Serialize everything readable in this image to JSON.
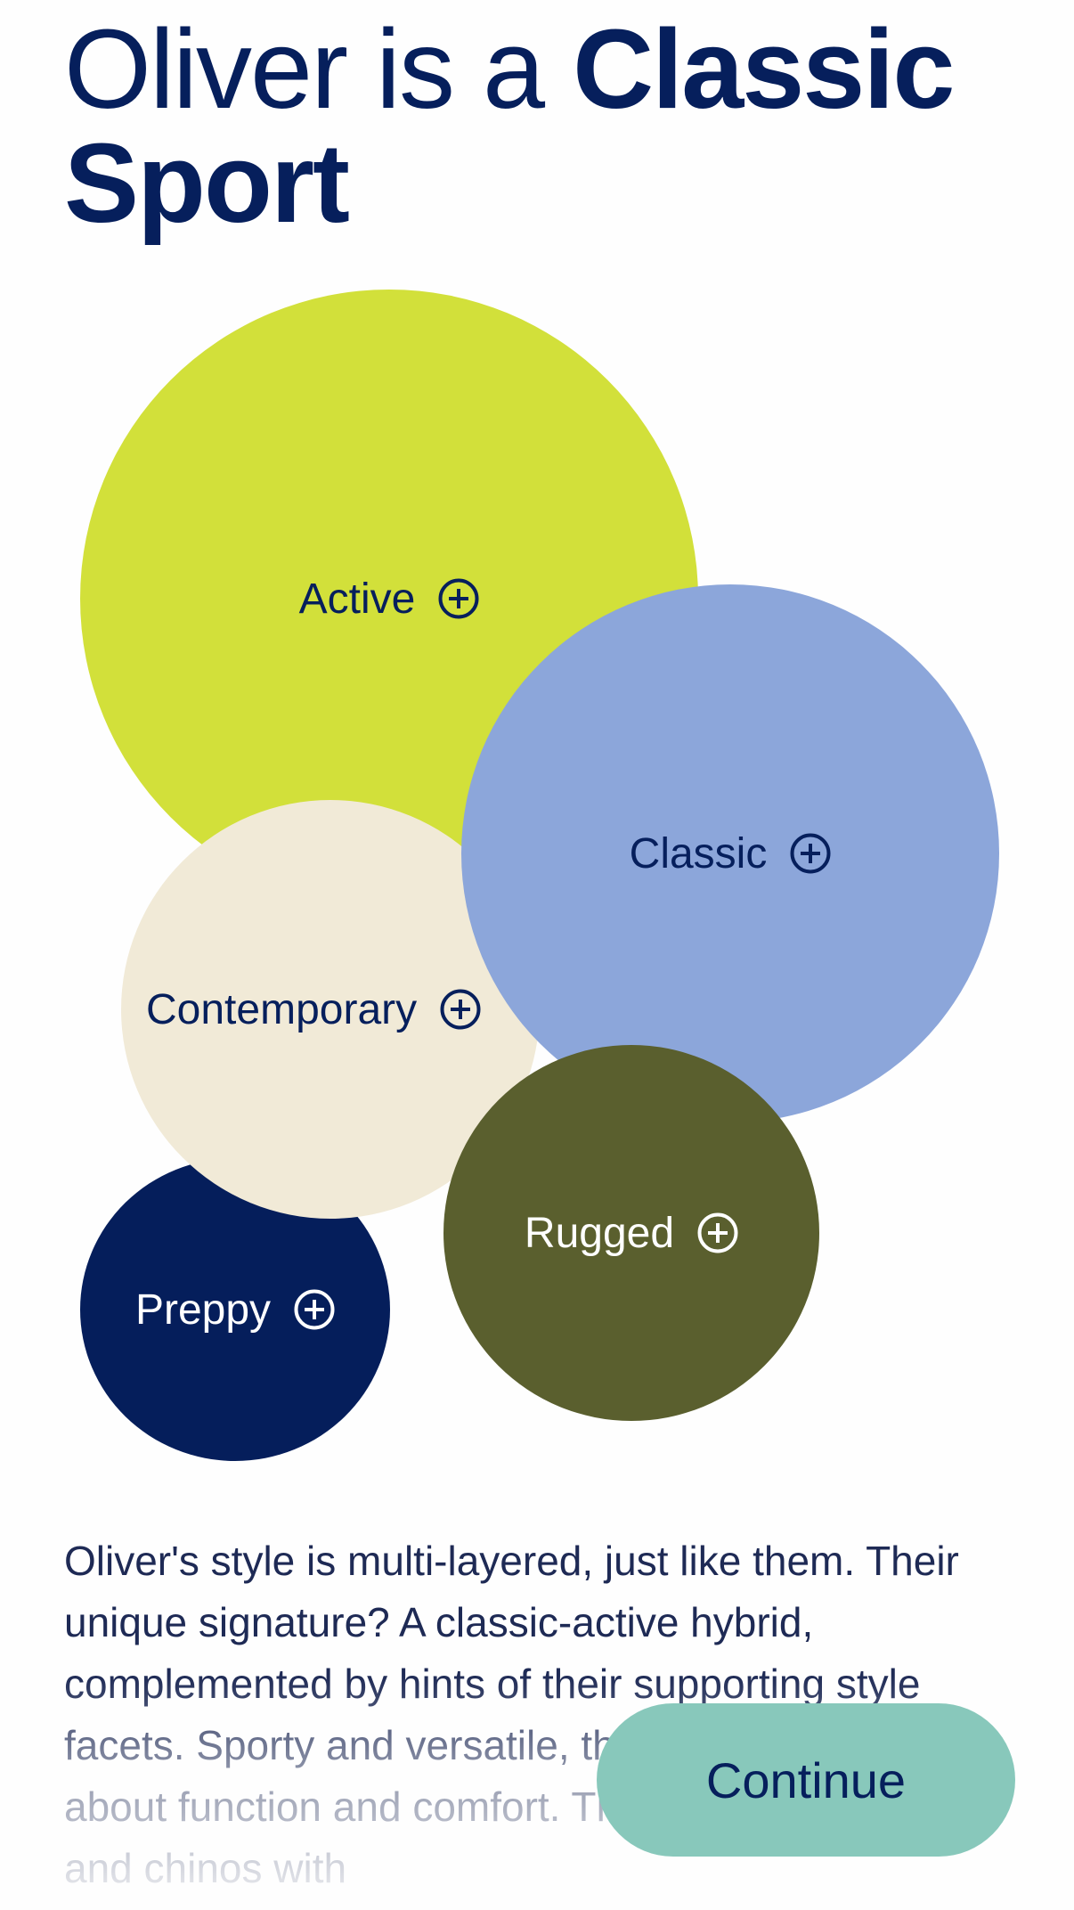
{
  "headline": {
    "prefix": "Oliver is a ",
    "emphasis": "Classic Sport"
  },
  "styles": [
    {
      "id": "active",
      "label": "Active",
      "color": "#d2e03a",
      "text_color": "#061f5c",
      "icon": "plus-circle-icon"
    },
    {
      "id": "classic",
      "label": "Classic",
      "color": "#8ca6da",
      "text_color": "#061f5c",
      "icon": "plus-circle-icon"
    },
    {
      "id": "contemporary",
      "label": "Contemporary",
      "color": "#f1ead7",
      "text_color": "#061f5c",
      "icon": "plus-circle-icon"
    },
    {
      "id": "rugged",
      "label": "Rugged",
      "color": "#5a5f2e",
      "text_color": "#ffffff",
      "icon": "plus-circle-icon"
    },
    {
      "id": "preppy",
      "label": "Preppy",
      "color": "#051e5b",
      "text_color": "#ffffff",
      "icon": "plus-circle-icon"
    }
  ],
  "description": "Oliver's style is multi-layered, just like them. Their unique signature? A classic-active hybrid, complemented by hints of their supporting style facets. Sporty and versatile, their wardrobe is all about function and comfort. Think: Go-to hoodies and chinos with",
  "continue_label": "Continue",
  "colors": {
    "brand_navy": "#061f5c",
    "continue_button": "#88c8bb",
    "background": "#fefefe"
  }
}
